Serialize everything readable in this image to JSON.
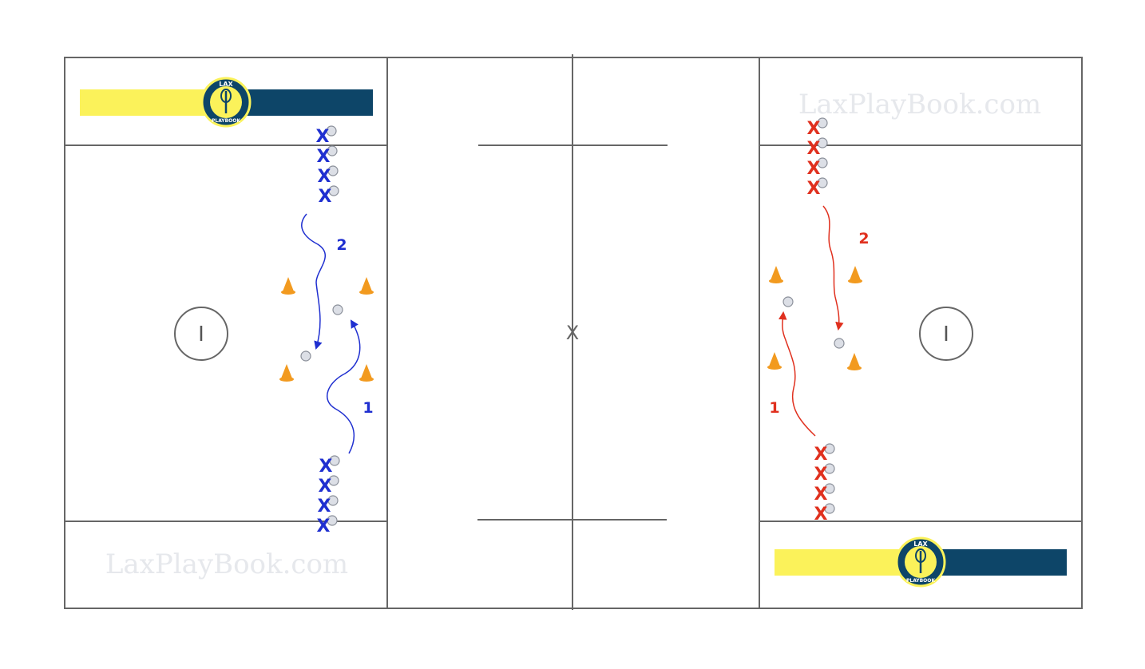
{
  "watermark": "LaxPlayBook.com",
  "logo": {
    "text_top": "LAX",
    "text_bottom": "PLAYBOOK"
  },
  "center_mark": "X",
  "crease_mark": "I",
  "colors": {
    "blue_team": "#1f2fd0",
    "red_team": "#e0301e",
    "cone": "#f29a1f",
    "ball_fill": "#dcdfe6",
    "ball_stroke": "#8a8f99",
    "field_line": "#666666",
    "brand_yellow": "#fbf25a",
    "brand_navy": "#0d4568"
  },
  "drills": {
    "left": {
      "player_label": "X",
      "top_line_count": 4,
      "bottom_line_count": 4,
      "route_labels": [
        "2",
        "1"
      ]
    },
    "right": {
      "player_label": "X",
      "top_line_count": 4,
      "bottom_line_count": 4,
      "route_labels": [
        "2",
        "1"
      ]
    }
  }
}
